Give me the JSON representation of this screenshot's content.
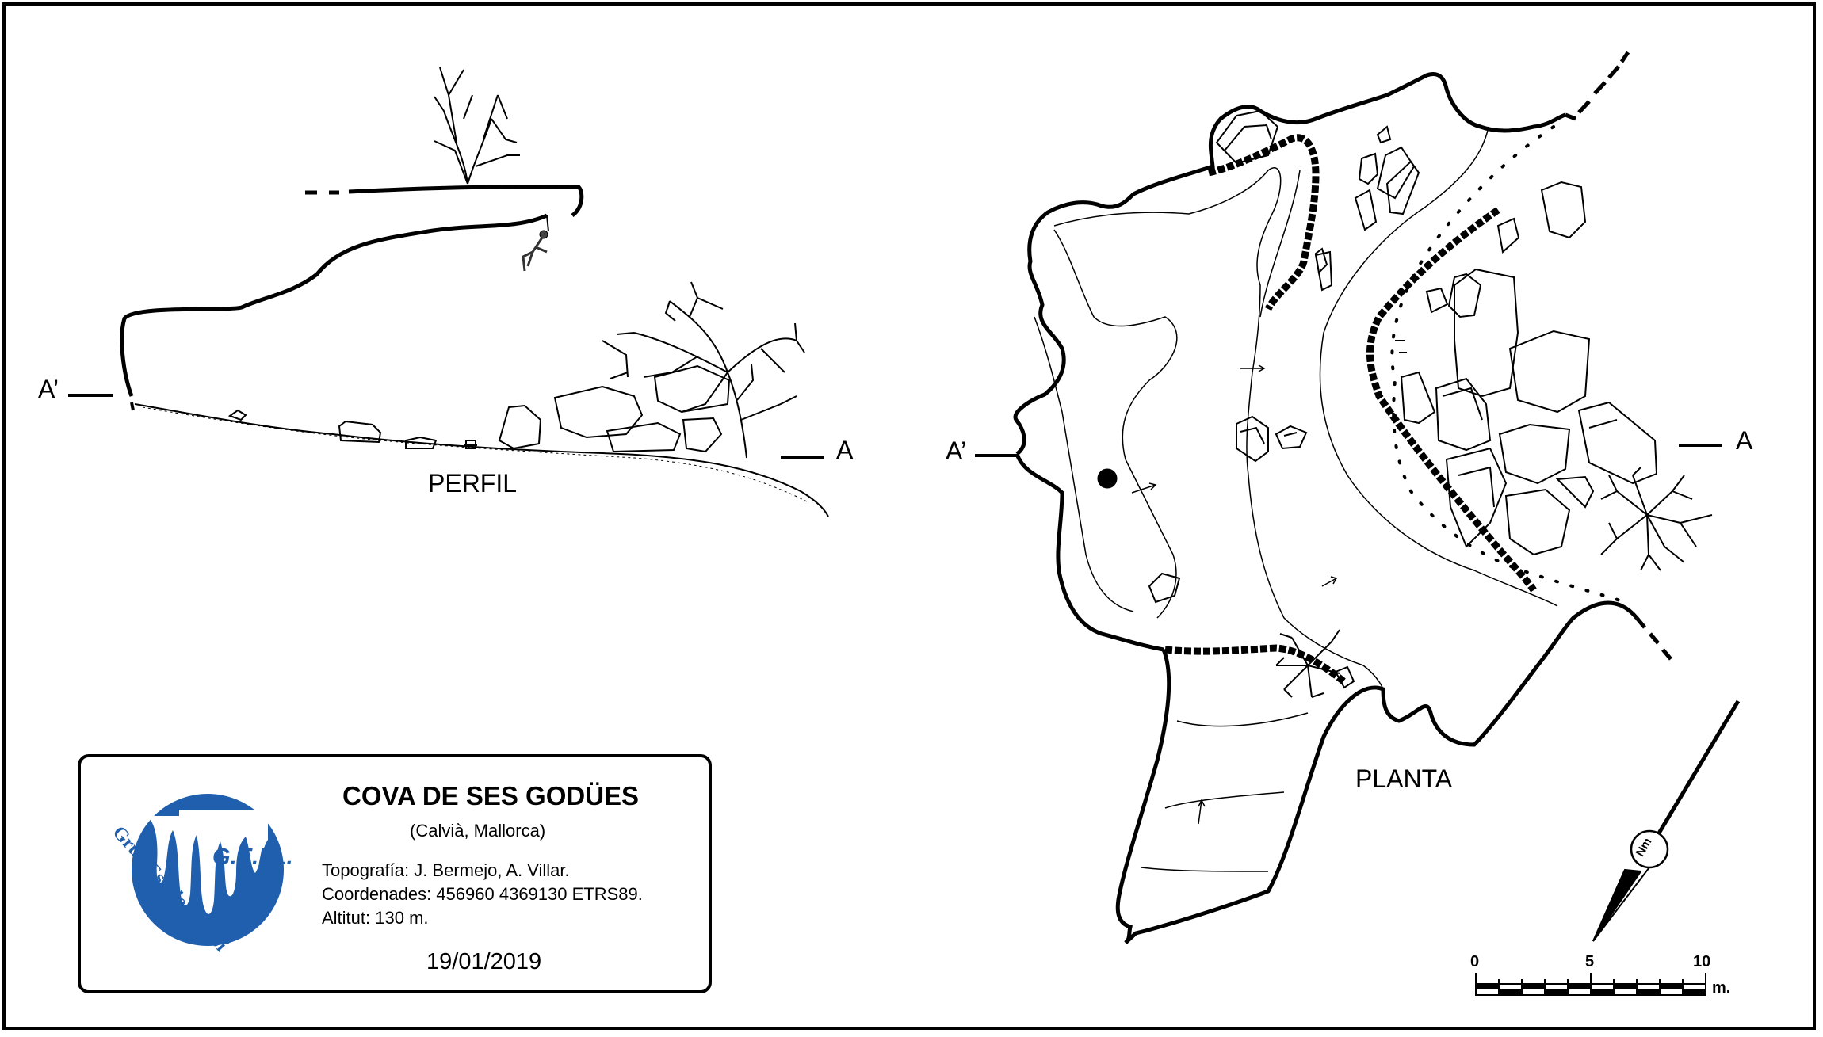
{
  "profile": {
    "title": "PERFIL",
    "marker_left": "A’",
    "marker_right": "A"
  },
  "plan": {
    "title": "PLANTA",
    "marker_left": "A’",
    "marker_right": "A"
  },
  "north_arrow": {
    "label": "Nm"
  },
  "scale_bar": {
    "ticks": [
      "0",
      "5",
      "10"
    ],
    "unit": "m."
  },
  "info": {
    "cave_name": "COVA DE SES GODÜES",
    "location": "(Calvià, Mallorca)",
    "topography": "Topografía: J. Bermejo, A. Villar.",
    "coordinates": "Coordenades: 456960 4369130 ETRS89.",
    "altitude": "Altitut: 130 m.",
    "date": "19/01/2019"
  },
  "logo": {
    "acronym": "G.E.LL.",
    "group_name": "Grup Espeleo Llubí",
    "brand_color": "#1f5fae"
  }
}
